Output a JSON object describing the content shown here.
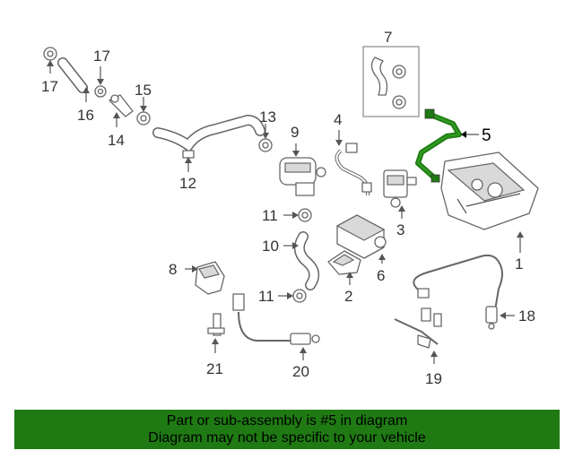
{
  "callouts": {
    "c1": "1",
    "c2": "2",
    "c3": "3",
    "c4": "4",
    "c5": "5",
    "c6": "6",
    "c7": "7",
    "c8": "8",
    "c9": "9",
    "c10": "10",
    "c11a": "11",
    "c11b": "11",
    "c12": "12",
    "c13": "13",
    "c14": "14",
    "c15": "15",
    "c16": "16",
    "c17a": "17",
    "c17b": "17",
    "c18": "18",
    "c19": "19",
    "c20": "20",
    "c21": "21"
  },
  "highlighted_part": "5",
  "colors": {
    "highlight": "#1f7a13",
    "banner": "#1f7a13",
    "outline": "#666666"
  },
  "banner": {
    "line1": "Part or sub-assembly is #5 in diagram",
    "line2": "Diagram may not be specific to your vehicle"
  }
}
